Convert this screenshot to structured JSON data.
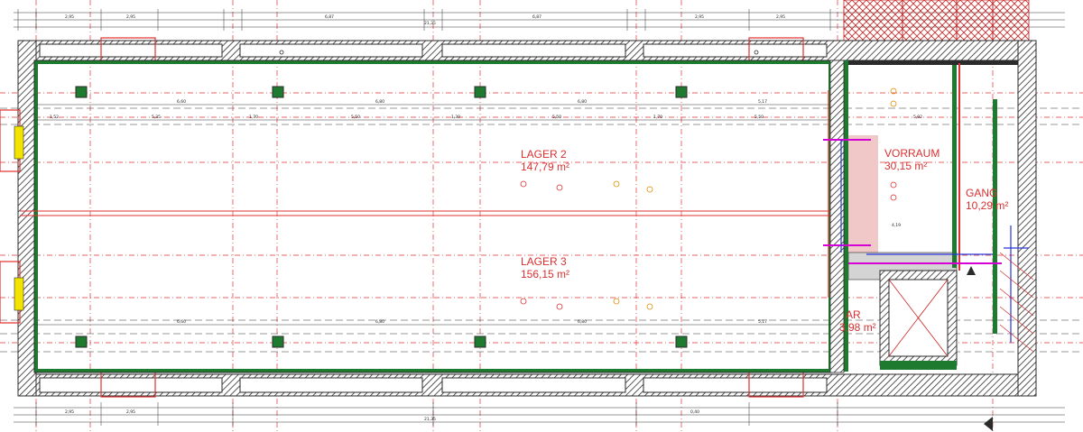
{
  "rooms": [
    {
      "name": "LAGER 2",
      "area": "147,79 m²"
    },
    {
      "name": "LAGER 3",
      "area": "156,15 m²"
    },
    {
      "name": "VORRAUM",
      "area": "30,15 m²"
    },
    {
      "name": "GANG",
      "area": "10,29 m²"
    },
    {
      "name": "AR",
      "area": "3,98 m²"
    }
  ],
  "dimensions": {
    "top_row": [
      "1,52",
      "5,35",
      "1,70",
      "5,50",
      "1,30",
      "5,50",
      "1,70",
      "5,50",
      "5,92"
    ],
    "span_row": [
      "6,60",
      "6,80",
      "6,80",
      "5,17"
    ],
    "bottom_row": [
      "6,60",
      "6,80",
      "6,80",
      "5,17"
    ],
    "outer_top": [
      "2,95",
      "2,95",
      "6,87",
      "21,35",
      "6,87",
      "2,95",
      "2,95"
    ],
    "outer_bottom": [
      "2,95",
      "2,95",
      "21,35",
      "0,40"
    ],
    "vorraum_width": "4,19"
  },
  "colors": {
    "wall": "#2b2b2b",
    "room_label": "#d83030",
    "red_line": "#e03030",
    "green_frame": "#1e7a2e",
    "magenta": "#d400d4",
    "blue": "#2a34d6",
    "orange": "#e08a00",
    "pink_fill": "#f0c8c8",
    "gray_fill": "#d4d4d4"
  }
}
